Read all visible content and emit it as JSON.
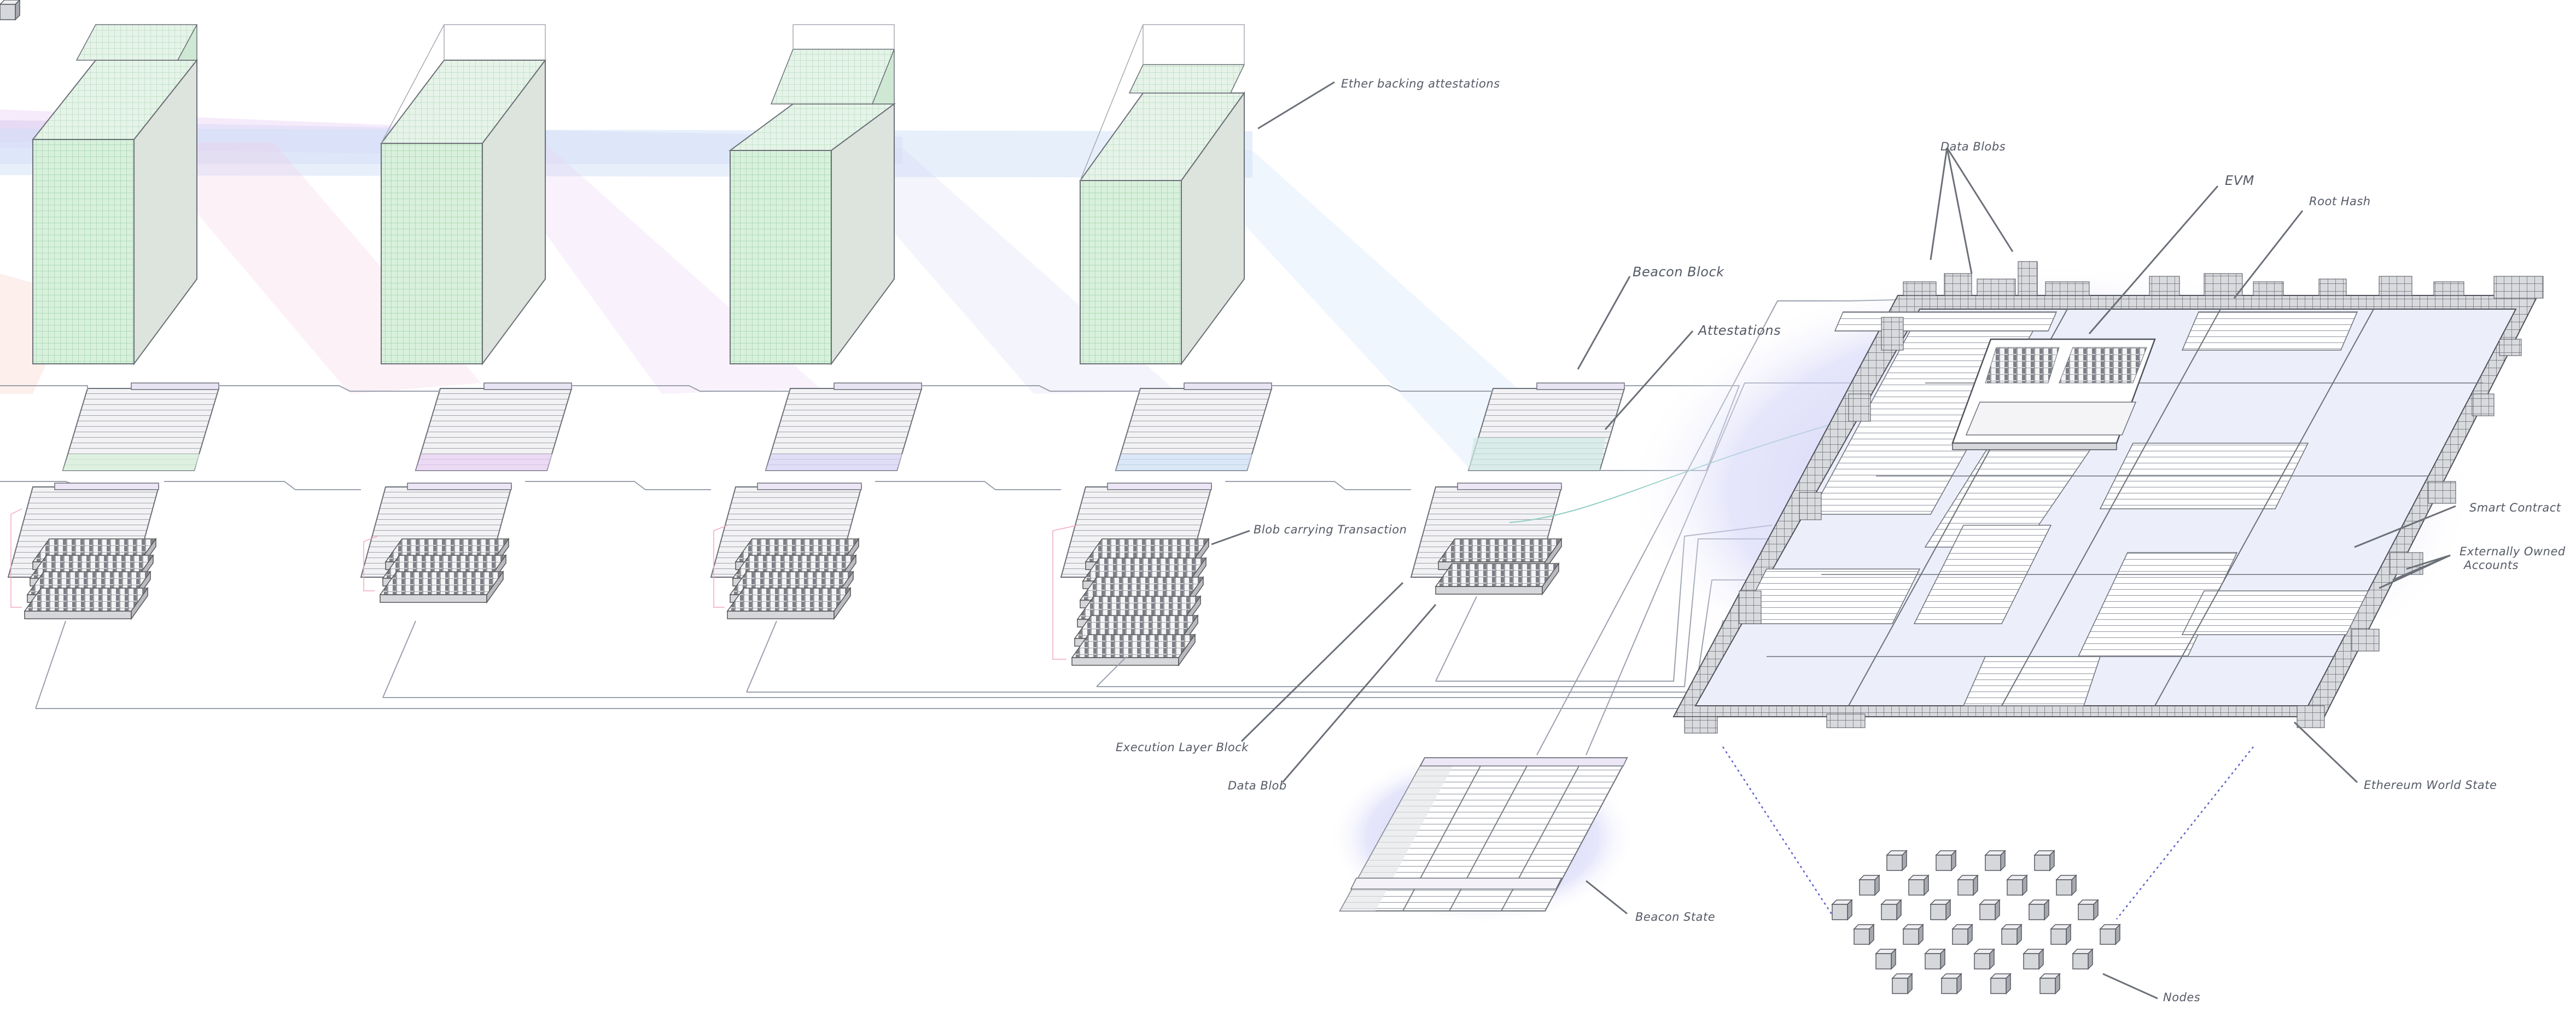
{
  "labels": {
    "ether_backing": "Ether backing attestations",
    "beacon_block": "Beacon Block",
    "attestations": "Attestations",
    "blob_tx": "Blob carrying Transaction",
    "execution_block": "Execution Layer Block",
    "data_blob": "Data Blob",
    "beacon_state": "Beacon State",
    "data_blobs": "Data Blobs",
    "evm": "EVM",
    "root_hash": "Root Hash",
    "smart_contract": "Smart Contract",
    "eoa_line1": "Externally Owned",
    "eoa_line2": "Accounts",
    "world_state": "Ethereum World State",
    "nodes": "Nodes"
  },
  "colors": {
    "stake_fill": "#d8f0dc",
    "stake_grid": "#86c795",
    "beam_pink": "#f7c8dc",
    "beam_purple": "#dcc8f2",
    "beam_lavender": "#cfd2f4",
    "beam_blue": "#c6dcf6",
    "state_glow": "#c8c8f4",
    "ink": "#6b7078"
  },
  "icons": [
    "stake-tower",
    "beacon-block-plate",
    "execution-block-plate",
    "blob-cube-stack",
    "node-cube"
  ]
}
